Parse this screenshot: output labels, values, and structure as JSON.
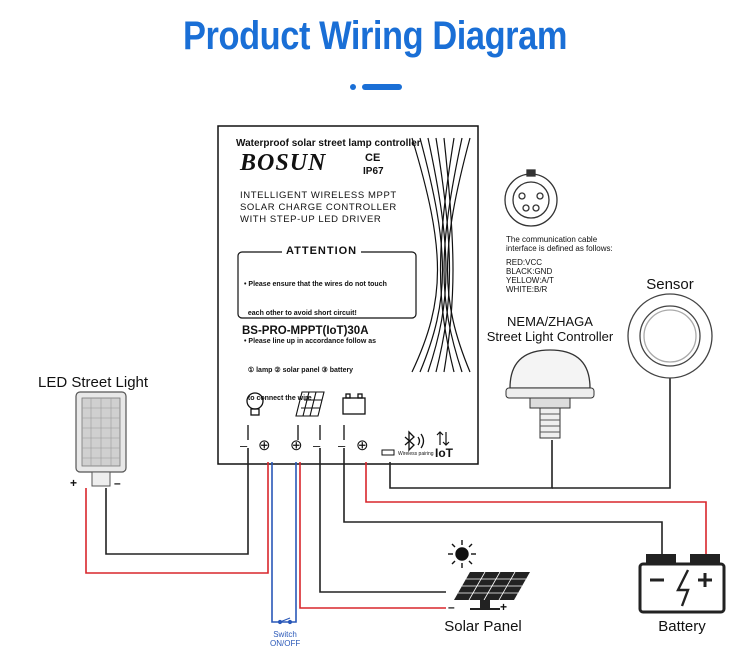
{
  "header": {
    "title": "Product Wiring Diagram"
  },
  "controller": {
    "product_line": "Waterproof solar street lamp controller",
    "brand": "BOSUN",
    "cert_ce": "CE",
    "cert_ip": "IP67",
    "description": [
      "INTELLIGENT WIRELESS MPPT",
      "SOLAR CHARGE CONTROLLER",
      "WITH STEP-UP LED DRIVER"
    ],
    "attention_title": "ATTENTION",
    "attention_lines": [
      "• Please ensure that the wires do not touch",
      "  each other to avoid short circuit!",
      "• Please line up in accordance follow as",
      "  ① lamp ② solar panel ③ battery",
      "  to connect the wire"
    ],
    "model": "BS-PRO-MPPT(IoT)30A",
    "wireless_pairing": "Wireless pairing",
    "iot": "IoT",
    "terminal_minus": "–",
    "terminal_plus": "⊕"
  },
  "comm_cable": {
    "intro": [
      "The communication cable",
      "interface is defined as follows:"
    ],
    "pins": [
      "RED:VCC",
      "BLACK:GND",
      "YELLOW:A/T",
      "WHITE:B/R"
    ]
  },
  "labels": {
    "led_street_light": "LED Street Light",
    "led_plus": "+",
    "led_minus": "–",
    "nema_line1": "NEMA/ZHAGA",
    "nema_line2": "Street Light Controller",
    "sensor": "Sensor",
    "solar_panel": "Solar Panel",
    "solar_minus": "–",
    "solar_plus": "+",
    "battery": "Battery",
    "switch_line1": "Switch",
    "switch_line2": "ON/OFF"
  },
  "colors": {
    "title_blue": "#1a6fd6",
    "wire_red": "#d9262c",
    "wire_blue": "#2a58b8",
    "wire_black": "#222222"
  }
}
